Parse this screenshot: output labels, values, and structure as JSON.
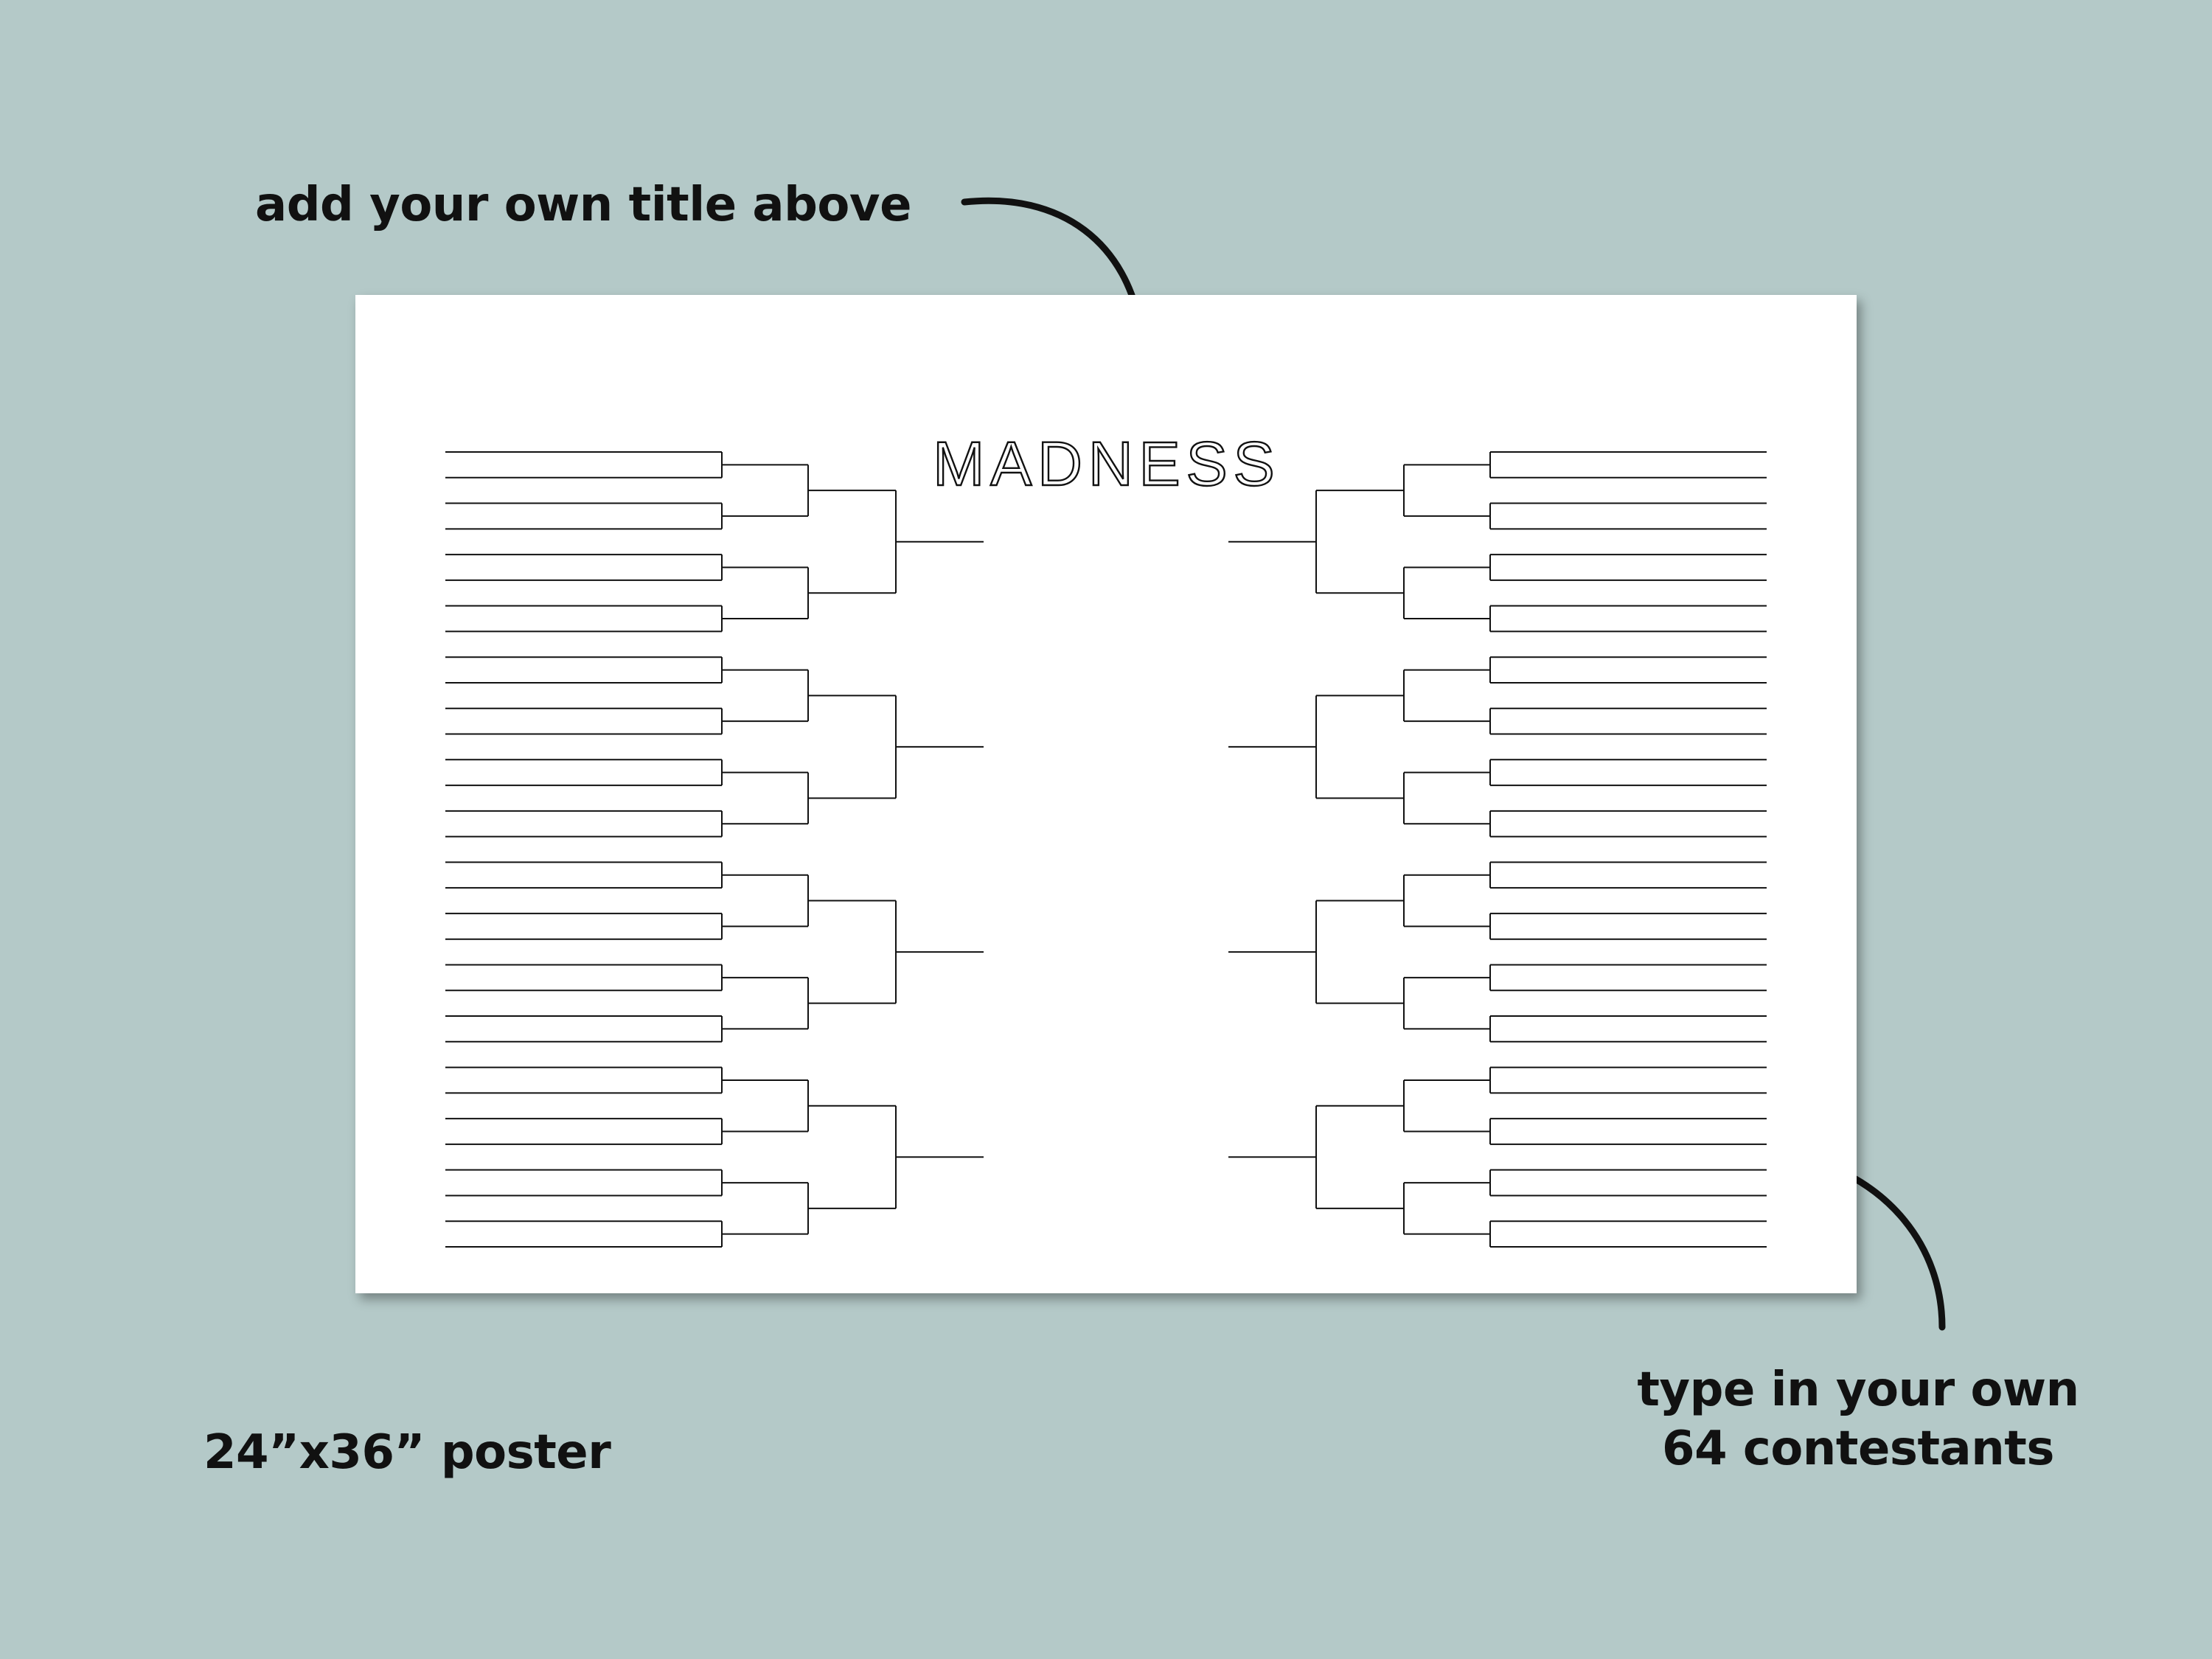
{
  "annotations": {
    "title_hint": "add your own title above",
    "poster_size": "24”x36” poster",
    "contestants_hint_line1": "type in your own",
    "contestants_hint_line2": "64 contestants"
  },
  "poster": {
    "title": "MADNESS",
    "contestants_per_side": 32,
    "total_contestants": 64
  },
  "colors": {
    "background": "#b4c9c8",
    "poster": "#ffffff",
    "ink": "#111111"
  },
  "icons": [
    "curved-arrow-down-icon",
    "curved-arrow-up-icon"
  ]
}
